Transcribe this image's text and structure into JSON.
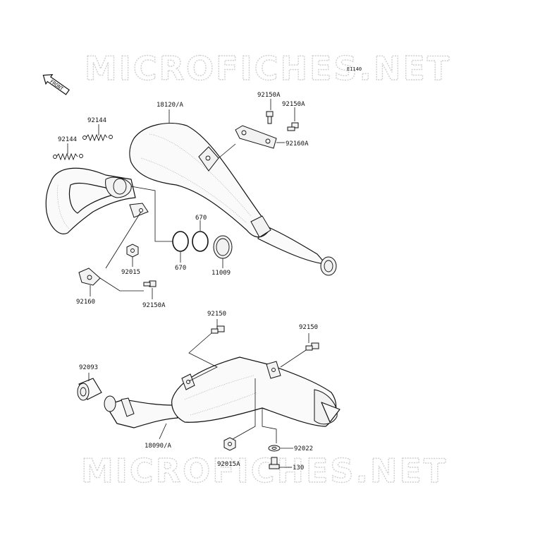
{
  "watermark": "MICROFICHES.NET",
  "diagram_code": "E1140",
  "front_arrow_label": "FRONT",
  "labels": {
    "l_18120": "18120/A",
    "l_92150A_1": "92150A",
    "l_92150A_2": "92150A",
    "l_92160A": "92160A",
    "l_92144_1": "92144",
    "l_92144_2": "92144",
    "l_670_1": "670",
    "l_670_2": "670",
    "l_11009": "11009",
    "l_92015": "92015",
    "l_92160": "92160",
    "l_92150A_3": "92150A",
    "l_92150_1": "92150",
    "l_92150_2": "92150",
    "l_92093": "92093",
    "l_18090": "18090/A",
    "l_92015A": "92015A",
    "l_92022": "92022",
    "l_130": "130"
  }
}
